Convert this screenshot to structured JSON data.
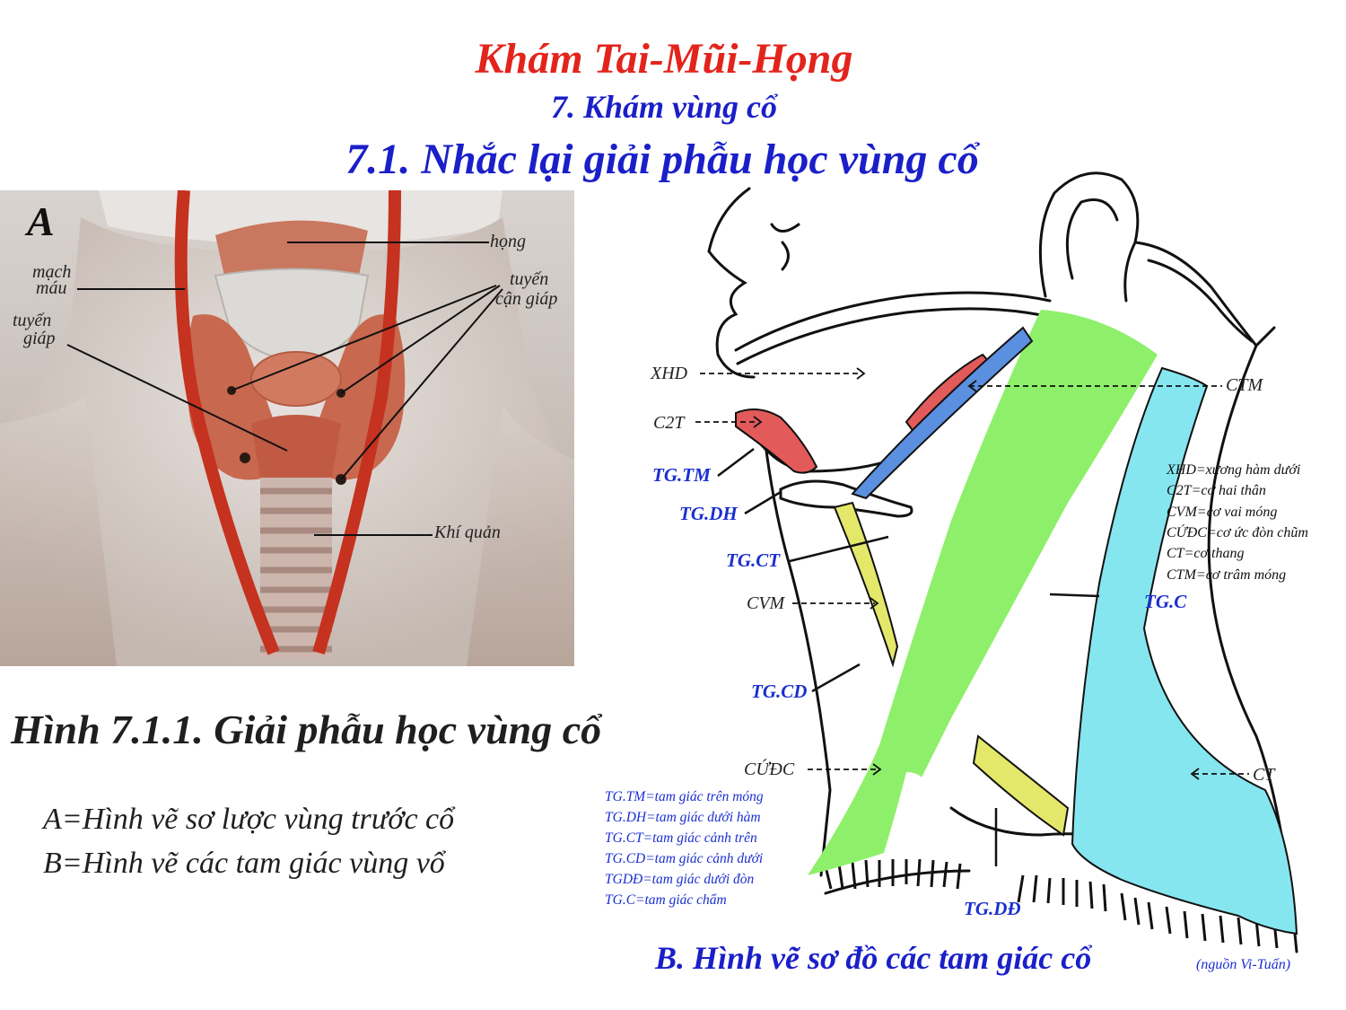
{
  "header": {
    "title": "Khám Tai-Mũi-Họng",
    "section": "7. Khám vùng cổ",
    "subsection": "7.1. Nhắc lại giải phẫu học vùng cổ"
  },
  "figure_a": {
    "panel_letter": "A",
    "labels": {
      "hong": "họng",
      "mach_mau_1": "mạch",
      "mach_mau_2": "máu",
      "tuyen_giap_1": "tuyến",
      "tuyen_giap_2": "giáp",
      "tuyen_can_giap_1": "tuyến",
      "tuyen_can_giap_2": "cận giáp",
      "khi_quan": "Khí quản"
    }
  },
  "caption": {
    "title": "Hình 7.1.1. Giải phẫu học vùng cổ",
    "line_a": "A=Hình vẽ sơ lược vùng trước cổ",
    "line_b": "B=Hình vẽ các tam giác vùng vổ"
  },
  "figure_b": {
    "labels": {
      "xhd": "XHD",
      "c2t": "C2T",
      "tg_tm": "TG.TM",
      "tg_dh": "TG.DH",
      "tg_ct": "TG.CT",
      "cvm": "CVM",
      "tg_cd": "TG.CD",
      "cudc": "CỨĐC",
      "ctm": "CTM",
      "tg_c": "TG.C",
      "ct": "CT",
      "tg_dd": "TG.DĐ"
    },
    "legend_right": [
      "XHD=xương hàm dưới",
      "C2T=cơ hai thân",
      "CVM=cơ vai móng",
      "CỨĐC=cơ ức đòn chũm",
      "CT=cơ thang",
      "CTM=cơ trâm móng"
    ],
    "legend_left": [
      "TG.TM=tam giác trên móng",
      "TG.DH=tam giác dưới hàm",
      "TG.CT=tam giác cảnh trên",
      "TG.CD=tam giác cảnh dưới",
      "TGDĐ=tam giác dưới đòn",
      "TG.C=tam giác chẩm"
    ],
    "caption": "B. Hình vẽ sơ đồ các tam giác cổ",
    "source": "(nguồn Vi-Tuấn)"
  },
  "colors": {
    "title_red": "#e3241c",
    "heading_blue": "#1a1fc9",
    "scm_green": "#8ef06a",
    "trapezius_cyan": "#86e6f0",
    "omohyoid_yellow": "#e4e86a",
    "digastric_red": "#e35a5a",
    "stylohyoid_blue": "#5b8fe0"
  }
}
